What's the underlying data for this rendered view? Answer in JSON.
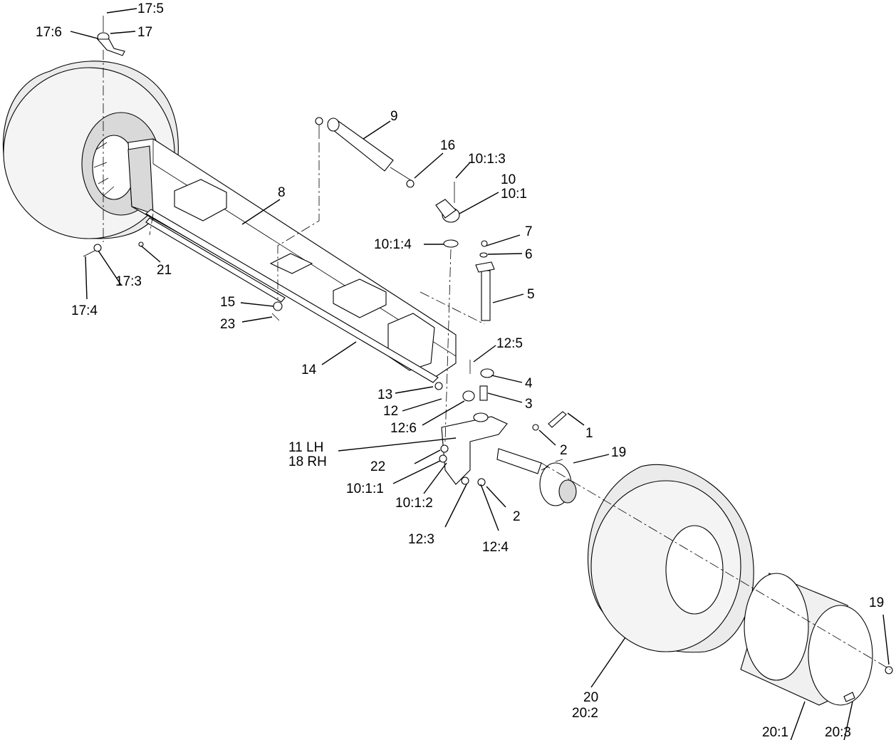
{
  "labels": {
    "l_17_5": "17:5",
    "l_17_6": "17:6",
    "l_17": "17",
    "l_9": "9",
    "l_16": "16",
    "l_10_1_3": "10:1:3",
    "l_10": "10",
    "l_10_1": "10:1",
    "l_8": "8",
    "l_7": "7",
    "l_6": "6",
    "l_10_1_4": "10:1:4",
    "l_21": "21",
    "l_17_4": "17:4",
    "l_17_3": "17:3",
    "l_5": "5",
    "l_15": "15",
    "l_23": "23",
    "l_12_5": "12:5",
    "l_14": "14",
    "l_4": "4",
    "l_13": "13",
    "l_3": "3",
    "l_12": "12",
    "l_12_6": "12:6",
    "l_1": "1",
    "l_2a": "2",
    "l_11lh": "11 LH",
    "l_18rh": "18 RH",
    "l_19a": "19",
    "l_22": "22",
    "l_10_1_1": "10:1:1",
    "l_10_1_2": "10:1:2",
    "l_2b": "2",
    "l_12_3": "12:3",
    "l_12_4": "12:4",
    "l_19b": "19",
    "l_20": "20",
    "l_20_2": "20:2",
    "l_20_1": "20:1",
    "l_20_3": "20:3"
  }
}
